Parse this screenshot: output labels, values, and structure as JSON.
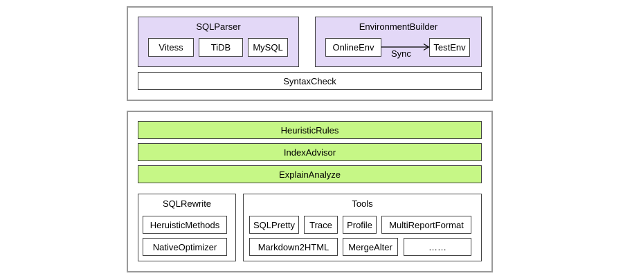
{
  "top_group": {
    "sqlparser": {
      "title": "SQLParser",
      "items": [
        "Vitess",
        "TiDB",
        "MySQL"
      ]
    },
    "environment_builder": {
      "title": "EnvironmentBuilder",
      "source": "OnlineEnv",
      "target": "TestEnv",
      "edge_label": "Sync"
    },
    "syntax_check": "SyntaxCheck"
  },
  "bottom_group": {
    "bars": [
      "HeuristicRules",
      "IndexAdvisor",
      "ExplainAnalyze"
    ],
    "sqlrewrite": {
      "title": "SQLRewrite",
      "items": [
        "HeruisticMethods",
        "NativeOptimizer"
      ]
    },
    "tools": {
      "title": "Tools",
      "row1": [
        "SQLPretty",
        "Trace",
        "Profile",
        "MultiReportFormat"
      ],
      "row2": [
        "Markdown2HTML",
        "MergeAlter",
        "……"
      ]
    }
  },
  "colors": {
    "purple_fill": "#e3d8f7",
    "green_fill": "#c6f786",
    "outer_border": "#999999"
  }
}
